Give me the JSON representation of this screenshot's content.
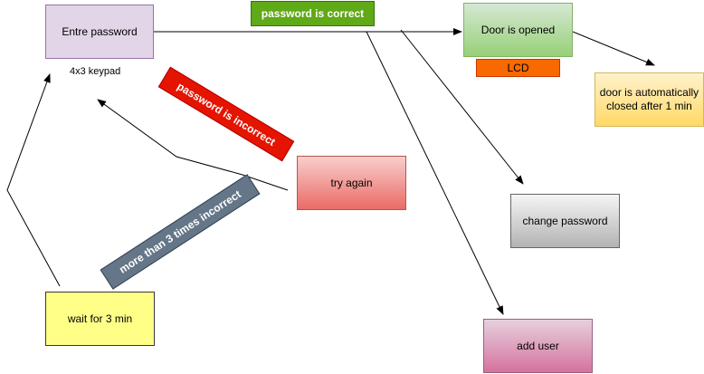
{
  "nodes": {
    "enter_password": "Entre password",
    "keypad": "4x3 keypad",
    "door_opened": "Door is opened",
    "lcd": "LCD",
    "door_closed": "door is automatically closed after 1 min",
    "change_password": "change password",
    "add_user": "add user",
    "try_again": "try again",
    "wait": "wait for 3 min"
  },
  "labels": {
    "correct": "password is correct",
    "incorrect": "password is incorrect",
    "more_than_3": "more than 3 times incorrect"
  },
  "colors": {
    "purple_fill": "#e1d5e7",
    "purple_stroke": "#9673a6",
    "green_fill": "#d5e8d4",
    "green_stroke": "#82b366",
    "orange": "#fa6800",
    "yellow_grad_top": "#fff2cc",
    "yellow_grad_bottom": "#ffd966",
    "gray_grad_top": "#f5f5f5",
    "gray_grad_bottom": "#b3b3b3",
    "pink_grad_top": "#e6d0de",
    "pink_grad_bottom": "#d5739d",
    "red_grad_top": "#f8cecc",
    "red_grad_bottom": "#ea6b66",
    "yellow_fill": "#ffff88",
    "yellow_stroke": "#36393d",
    "label_green": "#60a917",
    "label_red": "#e51400",
    "label_slate": "#647687"
  }
}
